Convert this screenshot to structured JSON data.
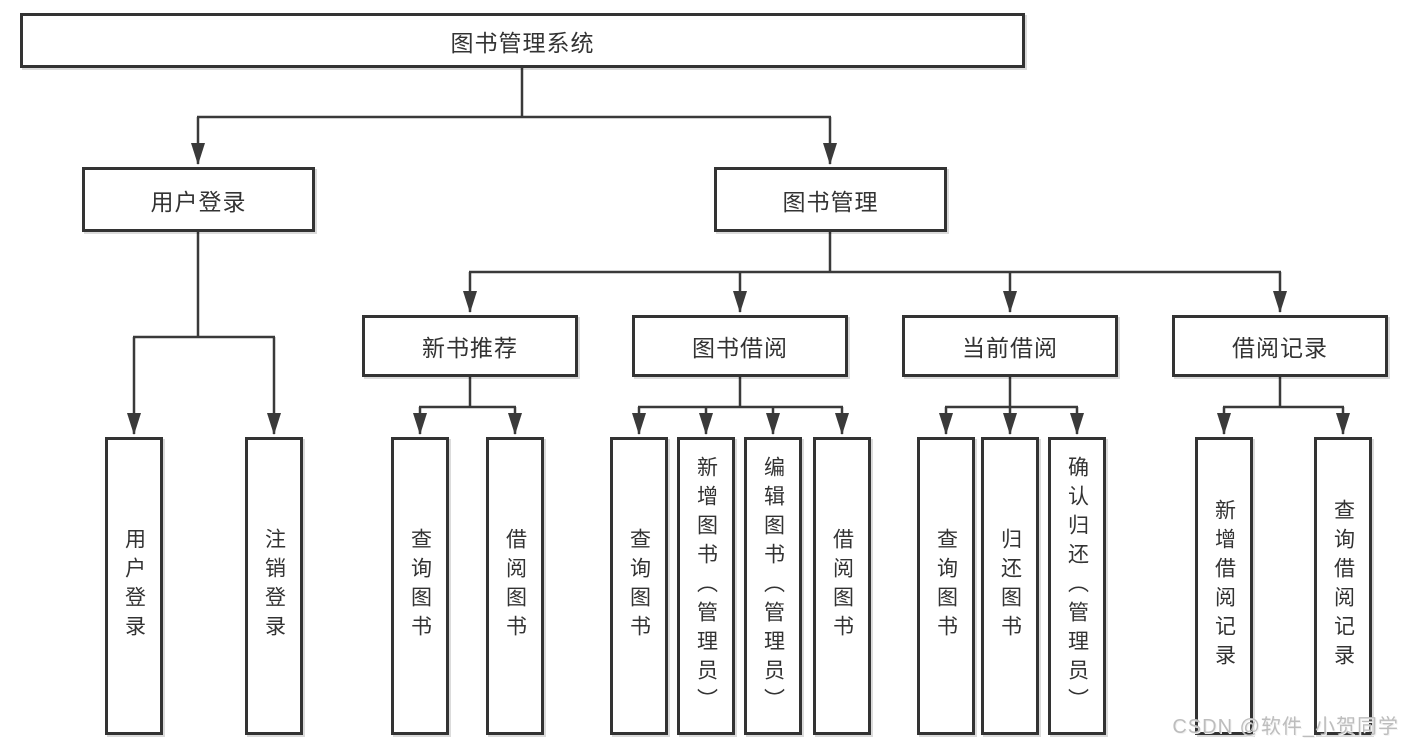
{
  "colors": {
    "line": "#3a3a3a",
    "box_border": "#333333",
    "text": "#333333",
    "watermark": "#bdbdbd",
    "background": "#ffffff"
  },
  "tree": {
    "root": "图书管理系统",
    "branches": [
      {
        "label": "用户登录",
        "children": [
          "用户登录",
          "注销登录"
        ]
      },
      {
        "label": "图书管理",
        "children": [
          {
            "label": "新书推荐",
            "children": [
              "查询图书",
              "借阅图书"
            ]
          },
          {
            "label": "图书借阅",
            "children": [
              "查询图书",
              "新增图书（管理员）",
              "编辑图书（管理员）",
              "借阅图书"
            ]
          },
          {
            "label": "当前借阅",
            "children": [
              "查询图书",
              "归还图书",
              "确认归还（管理员）"
            ]
          },
          {
            "label": "借阅记录",
            "children": [
              "新增借阅记录",
              "查询借阅记录"
            ]
          }
        ]
      }
    ]
  },
  "watermark": {
    "text": "CSDN @软件_小贺同学"
  }
}
